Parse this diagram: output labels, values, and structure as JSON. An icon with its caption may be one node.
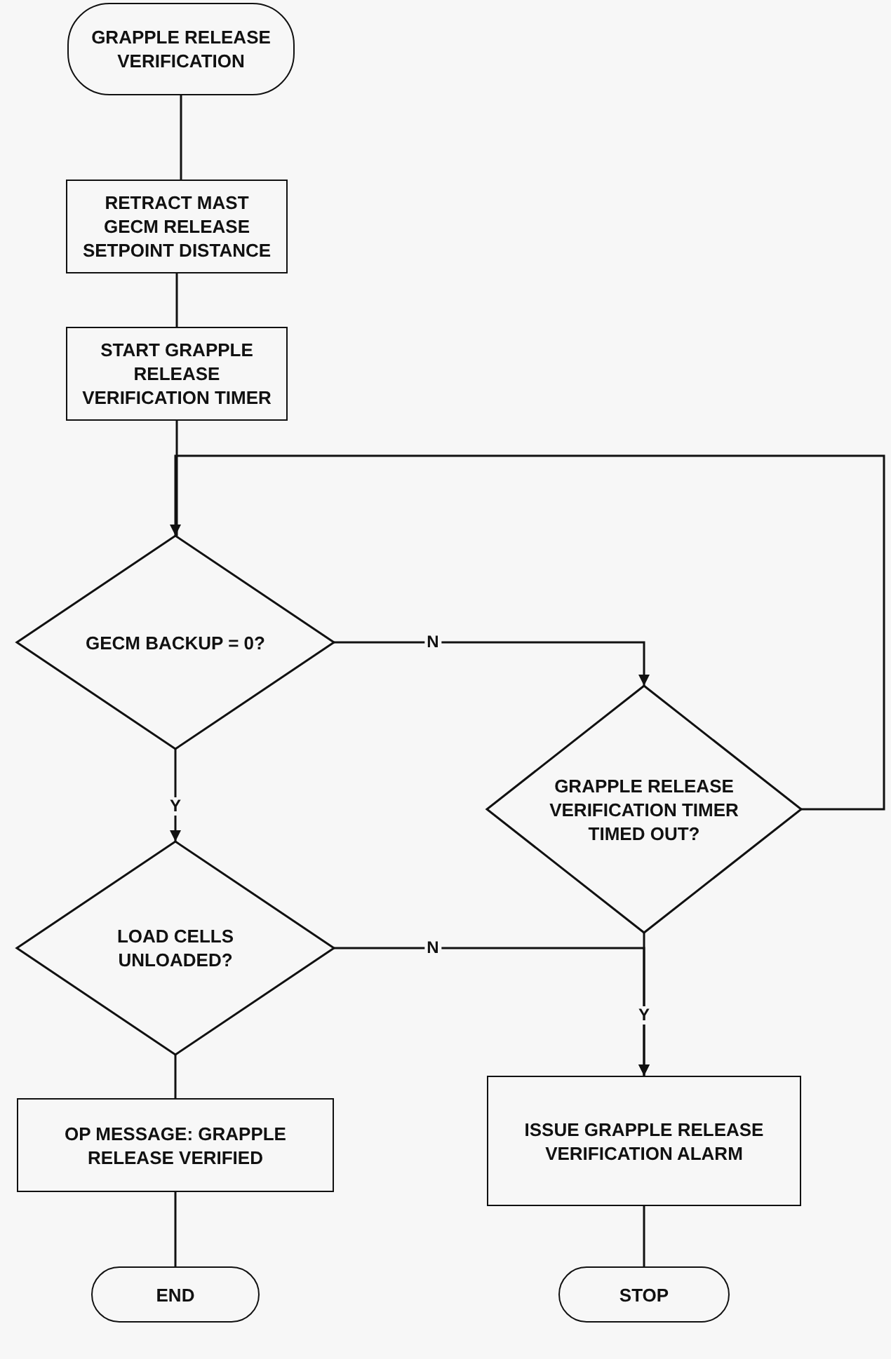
{
  "diagram": {
    "nodes": [
      {
        "text": [
          "GRAPPLE RELEASE VERIFICATION"
        ]
      },
      {
        "text": [
          "RETRACT MAST GECM RELEASE SETPOINT DISTANCE"
        ]
      },
      {
        "text": [
          "START GRAPPLE RELEASE VERIFICATION TIMER"
        ]
      },
      {
        "text": [
          "GECM BACKUP = 0?"
        ]
      },
      {
        "text": [
          "LOAD CELLS UNLOADED?"
        ]
      },
      {
        "text": [
          "GRAPPLE RELEASE VERIFICATION TIMER TIMED OUT?"
        ]
      },
      {
        "text": [
          "OP MESSAGE: GRAPPLE RELEASE VERIFIED"
        ]
      },
      {
        "text": [
          "ISSUE GRAPPLE RELEASE VERIFICATION ALARM"
        ]
      },
      {
        "text": [
          "END"
        ]
      },
      {
        "text": [
          "STOP"
        ]
      }
    ],
    "edges": [
      {
        "from": 0,
        "to": 1,
        "arrow": "none"
      },
      {
        "from": 1,
        "to": 2,
        "arrow": "none"
      },
      {
        "from": 2,
        "to": 3,
        "arrow": "none"
      },
      {
        "from": 3,
        "to": 5,
        "arrow": "to",
        "label": "N"
      },
      {
        "from": 3,
        "to": 4,
        "arrow": "to",
        "label": "Y"
      },
      {
        "from": 4,
        "to": 7,
        "arrow": "to",
        "label": "N"
      },
      {
        "from": 5,
        "to": 7,
        "arrow": "to",
        "label": "Y"
      },
      {
        "from": 5,
        "to": 3,
        "arrow": "to"
      },
      {
        "from": 4,
        "to": 6,
        "arrow": "none"
      },
      {
        "from": 6,
        "to": 8,
        "arrow": "none"
      },
      {
        "from": 7,
        "to": 9,
        "arrow": "none"
      }
    ]
  }
}
